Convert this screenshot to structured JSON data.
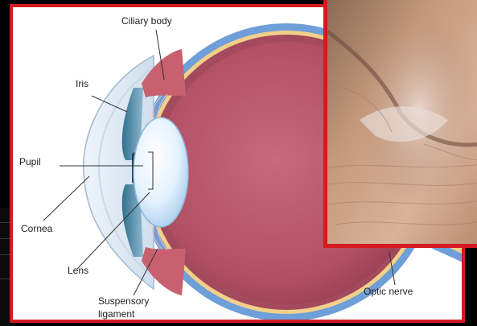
{
  "diagram": {
    "labels": {
      "ciliary_body": "Ciliary body",
      "iris": "Iris",
      "pupil": "Pupil",
      "cornea": "Cornea",
      "lens": "Lens",
      "suspensory_ligament_line1": "Suspensory",
      "suspensory_ligament_line2": "ligament",
      "optic_nerve": "Optic nerve"
    }
  },
  "colors": {
    "frame_border": "#d71920",
    "vitreous": "#b85468",
    "sclera": "#6f9fd8",
    "retina_band": "#f3d08a"
  },
  "photo": {
    "subject": "close-up of eye corner skin"
  }
}
